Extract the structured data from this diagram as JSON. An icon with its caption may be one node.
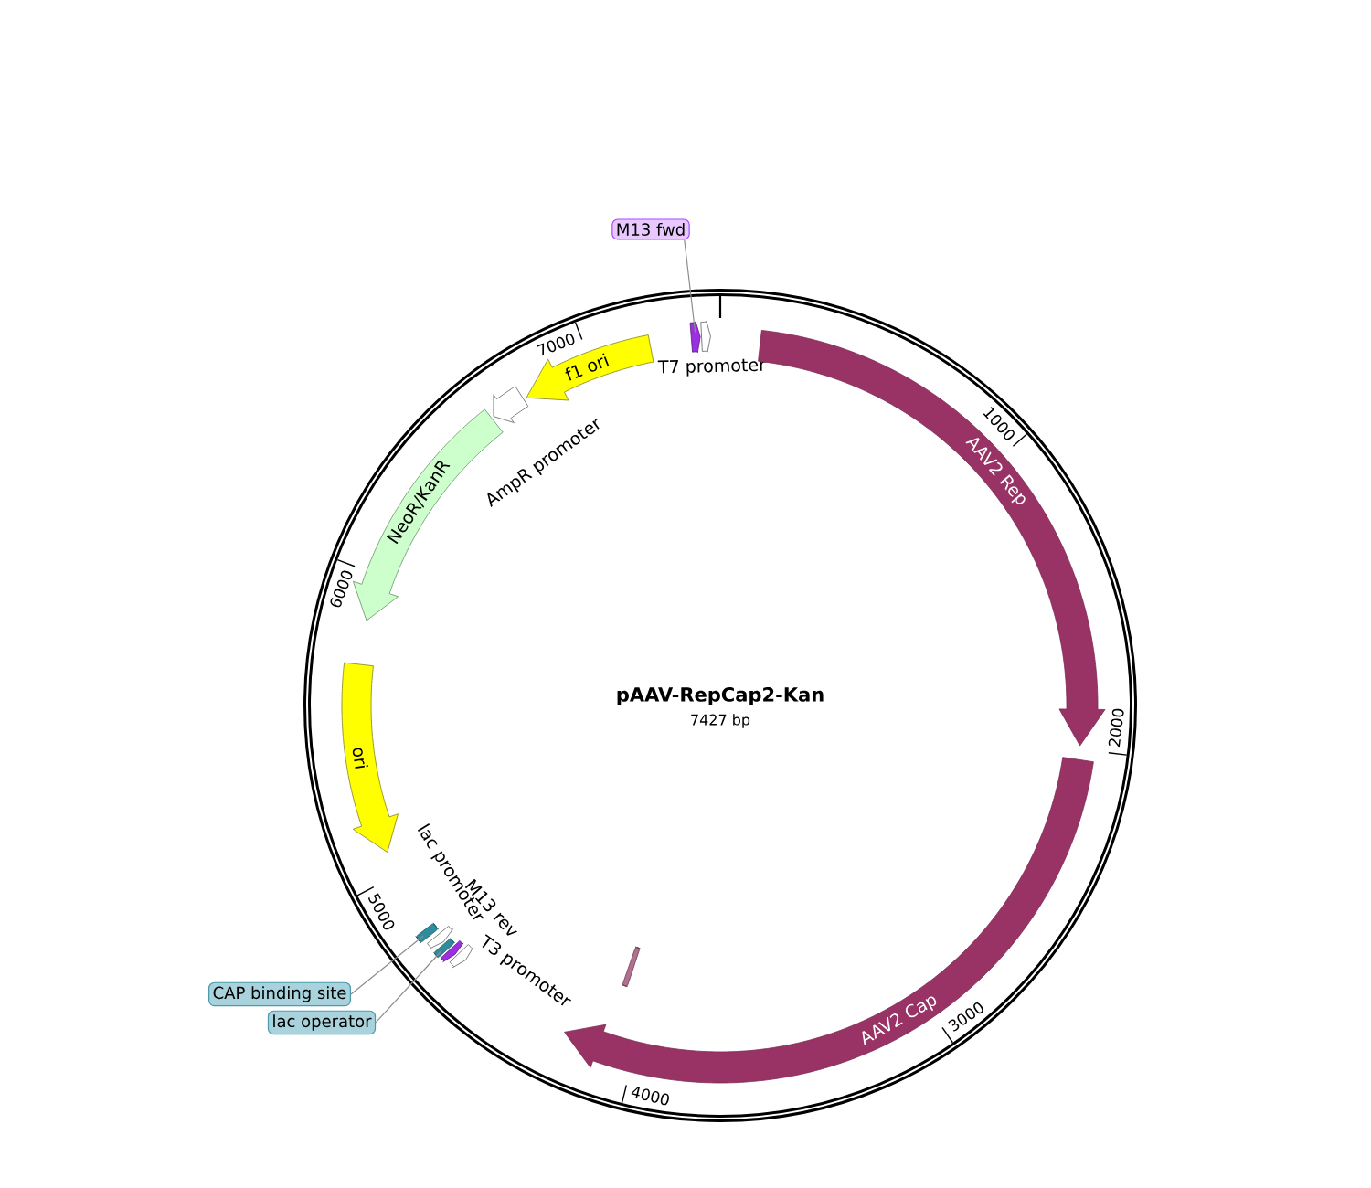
{
  "diagram": {
    "title": "pAAV-RepCap2-Kan",
    "nodes": [
      {
        "text": [
          "M13 fwd"
        ]
      },
      {
        "text": [],
        "shape": "arrow"
      },
      {
        "text": [],
        "shape": "arrow",
        "beside": [
          "T7 promoter"
        ]
      },
      {
        "text": [
          "AAV2 Rep"
        ]
      },
      {
        "text": [
          "f1 ori"
        ]
      },
      {
        "text": [],
        "shape": "arrow",
        "beside": [
          "AmpR promoter"
        ]
      },
      {
        "text": [
          "NeoR/KanR"
        ]
      },
      {
        "text": [
          "ori"
        ]
      },
      {
        "text": [],
        "shape": "arrow",
        "beside": [
          "lac promoter"
        ]
      },
      {
        "text": [],
        "shape": "bar"
      },
      {
        "text": [],
        "shape": "bar"
      },
      {
        "text": [],
        "shape": "arrow",
        "beside": [
          "M13 rev"
        ]
      },
      {
        "text": [],
        "shape": "arrow",
        "beside": [
          "T3 promoter"
        ]
      },
      {
        "text": [
          "CAP binding site"
        ]
      },
      {
        "text": [
          "lac operator"
        ]
      },
      {
        "text": [],
        "shape": "bar"
      },
      {
        "text": [
          "AAV2 Cap"
        ]
      }
    ],
    "edges": [
      {
        "from": 0,
        "to": 1,
        "arrow": "none"
      },
      {
        "from": 13,
        "to": 9,
        "arrow": "none"
      },
      {
        "from": 14,
        "to": 10,
        "arrow": "none"
      }
    ],
    "labels": [
      "7427 bp",
      "1000",
      "2000",
      "3000",
      "4000",
      "5000",
      "6000",
      "7000"
    ]
  }
}
